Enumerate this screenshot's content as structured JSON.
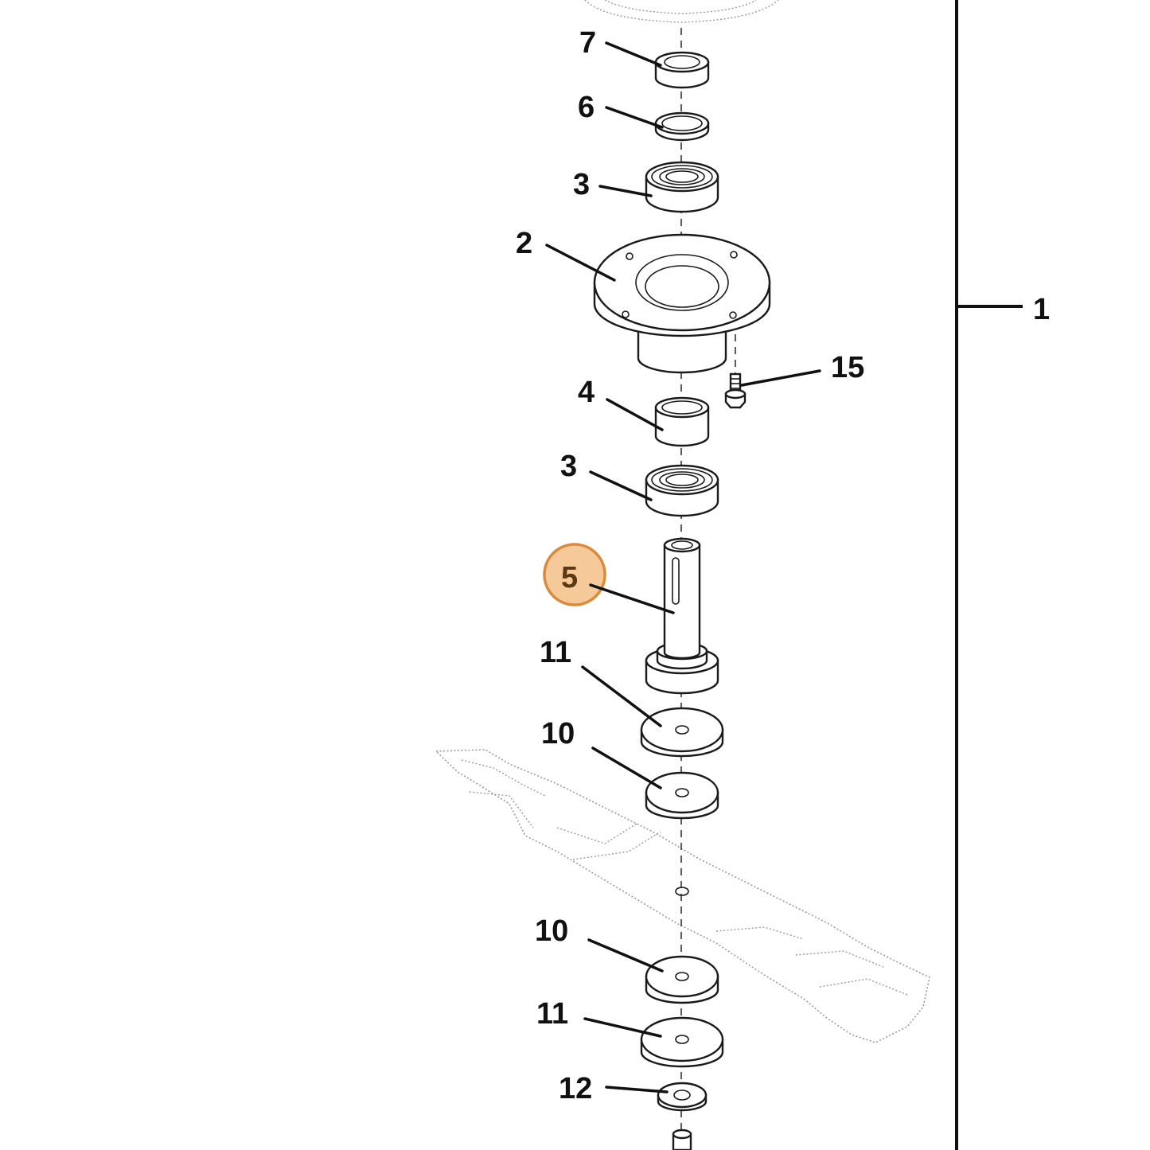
{
  "diagram": {
    "callouts": [
      {
        "id": "c7",
        "label": "7"
      },
      {
        "id": "c6",
        "label": "6"
      },
      {
        "id": "c3-upper",
        "label": "3"
      },
      {
        "id": "c2",
        "label": "2"
      },
      {
        "id": "c1",
        "label": "1"
      },
      {
        "id": "c15",
        "label": "15"
      },
      {
        "id": "c4",
        "label": "4"
      },
      {
        "id": "c3-lower",
        "label": "3"
      },
      {
        "id": "c5",
        "label": "5"
      },
      {
        "id": "c11-upper",
        "label": "11"
      },
      {
        "id": "c10-upper",
        "label": "10"
      },
      {
        "id": "c10-lower",
        "label": "10"
      },
      {
        "id": "c11-lower",
        "label": "11"
      },
      {
        "id": "c12",
        "label": "12"
      }
    ],
    "highlight": {
      "label": "5",
      "color": "#d98a3d",
      "fill": "#f6c999"
    },
    "colors": {
      "ink": "#111111",
      "ghost": "#9a9a9a",
      "background": "#ffffff"
    }
  }
}
